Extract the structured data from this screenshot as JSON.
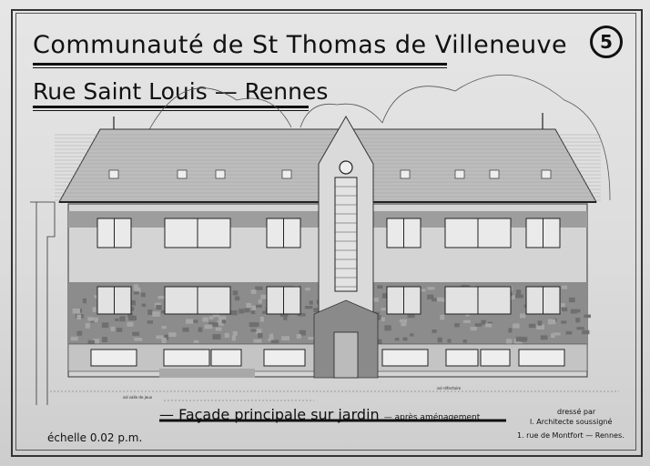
{
  "header": {
    "title": "Communauté de St Thomas de Villeneuve",
    "subtitle": "Rue Saint Louis — Rennes",
    "sheet_number": "5"
  },
  "drawing": {
    "caption": "Façade principale sur jardin",
    "caption_sub": "— après aménagement",
    "scale": "échelle 0.02 p.m.",
    "level_label_left": "sol salle de jeux",
    "level_label_right": "sol réfectoire"
  },
  "signature": {
    "line1": "dressé par",
    "line2": "l. Architecte soussigné",
    "line3": "1. rue de Montfort — Rennes."
  }
}
